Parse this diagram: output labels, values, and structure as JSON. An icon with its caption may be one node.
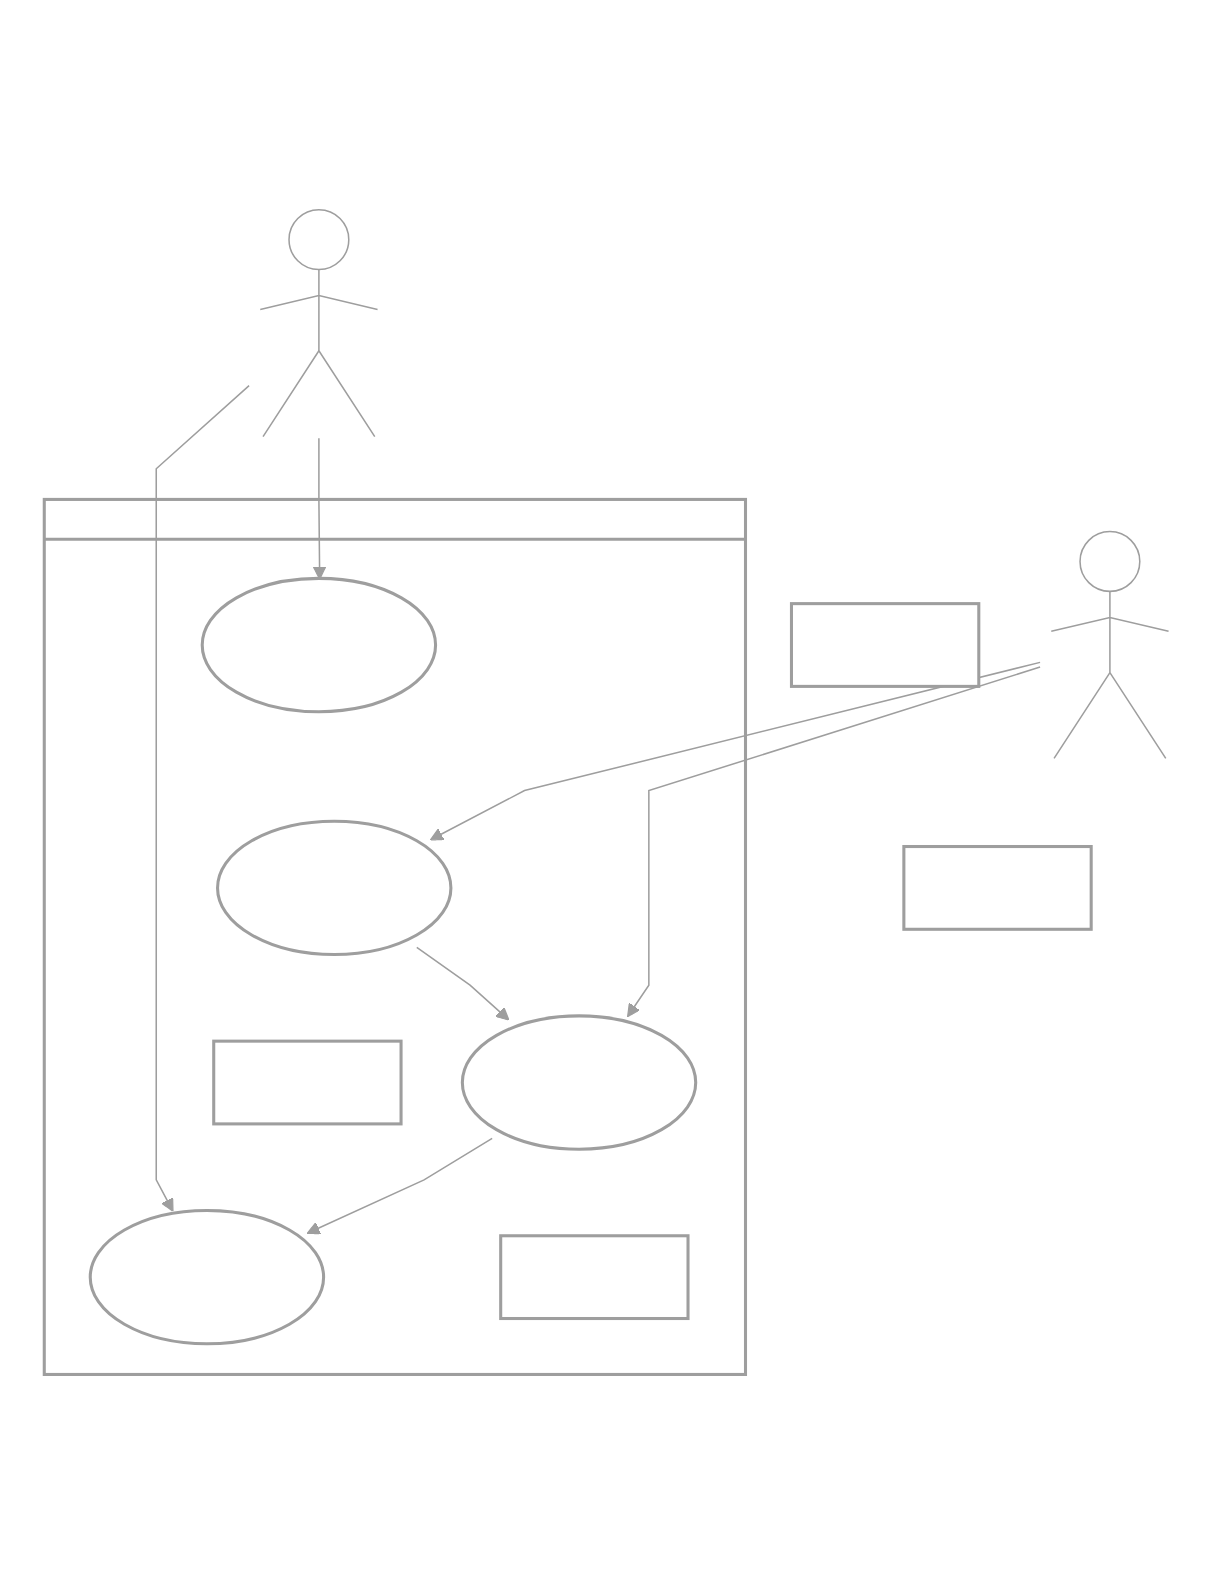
{
  "diagram": {
    "nodes": [
      {
        "text": [],
        "shape": "box"
      },
      {
        "text": [],
        "shape": "ellipse",
        "in": 0
      },
      {
        "text": [],
        "shape": "ellipse",
        "in": 0
      },
      {
        "text": [],
        "shape": "ellipse",
        "in": 0
      },
      {
        "text": [],
        "shape": "ellipse",
        "in": 0
      },
      {
        "text": [],
        "shape": "box",
        "in": 0
      },
      {
        "text": [],
        "shape": "box",
        "in": 0
      },
      {
        "text": [],
        "shape": "person"
      },
      {
        "text": [],
        "shape": "box"
      },
      {
        "text": [],
        "shape": "person"
      },
      {
        "text": [],
        "shape": "box"
      }
    ],
    "edges": [
      {
        "from": 7,
        "to": 2,
        "arrow": "to"
      },
      {
        "from": 7,
        "to": 3,
        "arrow": "to"
      },
      {
        "from": 2,
        "to": 3,
        "arrow": "to"
      },
      {
        "from": 3,
        "to": 4,
        "arrow": "to"
      },
      {
        "from": 9,
        "to": 1,
        "arrow": "to"
      },
      {
        "from": 9,
        "to": 4,
        "arrow": "to"
      }
    ]
  }
}
